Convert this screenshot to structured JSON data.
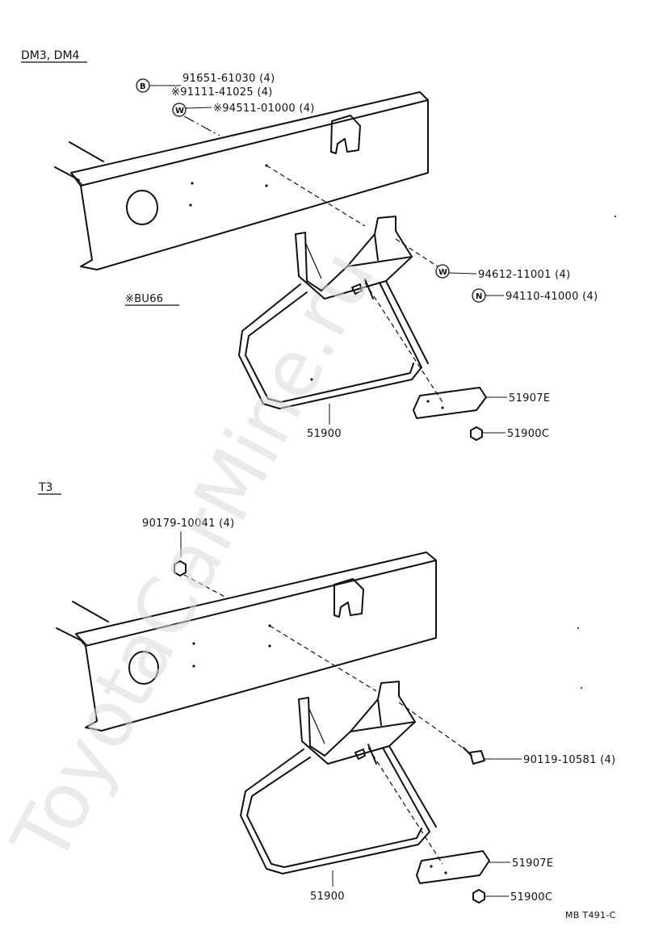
{
  "watermark": "ToyotaCarMine.ru",
  "footer_code": "MB T491-C",
  "sections": [
    {
      "title": "DM3, DM4",
      "note": "※BU66",
      "callouts": [
        {
          "symbol": "B",
          "part": "91651-61030 (4)"
        },
        {
          "symbol": "",
          "part": "※91111-41025 (4)"
        },
        {
          "symbol": "W",
          "part": "※94511-01000 (4)"
        },
        {
          "symbol": "W",
          "part": "94612-11001 (4)"
        },
        {
          "symbol": "N",
          "part": "94110-41000 (4)"
        },
        {
          "symbol": "",
          "part": "51907E"
        },
        {
          "symbol": "",
          "part": "51900C"
        },
        {
          "symbol": "",
          "part": "51900"
        }
      ]
    },
    {
      "title": "T3",
      "callouts": [
        {
          "symbol": "",
          "part": "90179-10041 (4)"
        },
        {
          "symbol": "",
          "part": "90119-10581 (4)"
        },
        {
          "symbol": "",
          "part": "51907E"
        },
        {
          "symbol": "",
          "part": "51900C"
        },
        {
          "symbol": "",
          "part": "51900"
        }
      ]
    }
  ]
}
